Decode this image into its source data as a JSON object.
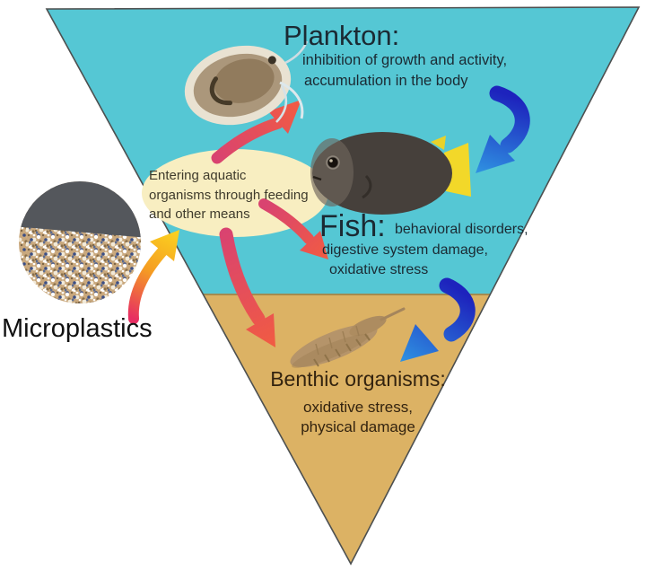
{
  "figure": {
    "microplastics": {
      "label": "Microplastics"
    },
    "ellipse": {
      "lines": [
        "Entering aquatic",
        "organisms through feeding",
        "and other means"
      ]
    },
    "plankton": {
      "heading": "Plankton:",
      "lines": [
        "inhibition of growth and activity,",
        "accumulation in the body"
      ]
    },
    "fish": {
      "heading": "Fish:",
      "heading_suffix": "behavioral disorders,",
      "lines": [
        "digestive system damage,",
        "oxidative stress"
      ]
    },
    "benthic": {
      "heading": "Benthic organisms:",
      "lines": [
        "oxidative stress,",
        "physical damage"
      ]
    },
    "images": [
      "microplastics-photo",
      "daphnia-image",
      "angelfish-image",
      "benthic-crustacean-image"
    ],
    "colors": {
      "water": "#55c7d4",
      "sediment": "#dcb264",
      "sediment_line": "#a38b50",
      "outline": "#4d5050",
      "ellipse_fill": "#f8eec1",
      "heading_text": "#1b2a33",
      "ellipse_text": "#3f3b2c",
      "benthic_text": "#33230f",
      "label_text": "#111111",
      "red_arrow_start": "#d94370",
      "red_arrow_end": "#f15b43",
      "orange_arrow_start": "#e72e62",
      "orange_arrow_mid": "#f59d22",
      "orange_arrow_end": "#fbd51f",
      "blue_arrow_start": "#1d23bd",
      "blue_arrow_end": "#2f93e2"
    }
  }
}
